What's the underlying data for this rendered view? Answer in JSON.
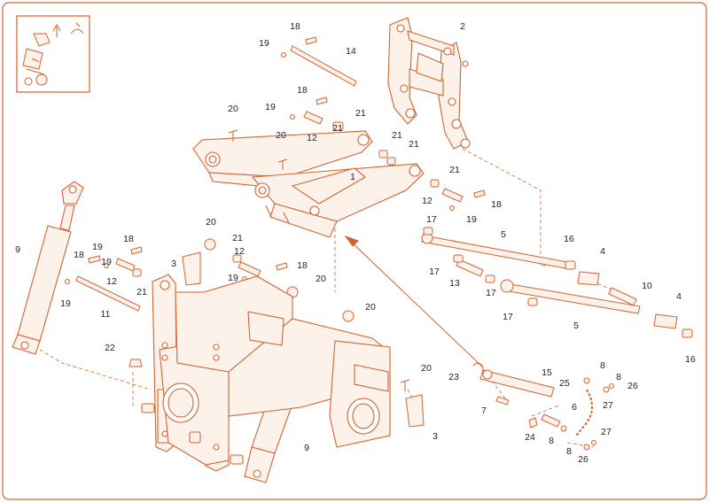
{
  "diagram": {
    "line_color": "#d2632f",
    "fill_color": "#fdf2ea",
    "labels": [
      "1",
      "2",
      "3",
      "3",
      "4",
      "4",
      "5",
      "5",
      "6",
      "7",
      "8",
      "8",
      "8",
      "8",
      "9",
      "9",
      "10",
      "11",
      "12",
      "12",
      "12",
      "12",
      "13",
      "14",
      "15",
      "16",
      "16",
      "17",
      "17",
      "17",
      "17",
      "18",
      "18",
      "18",
      "18",
      "18",
      "18",
      "19",
      "19",
      "19",
      "19",
      "19",
      "19",
      "19",
      "20",
      "20",
      "20",
      "20",
      "20",
      "20",
      "21",
      "21",
      "21",
      "21",
      "21",
      "21",
      "21",
      "22",
      "23",
      "24",
      "25",
      "26",
      "26",
      "27",
      "27"
    ]
  }
}
